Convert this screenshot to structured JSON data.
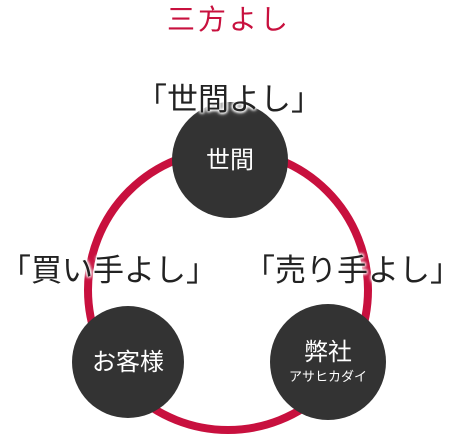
{
  "title": "三方よし",
  "colors": {
    "title": "#c8103e",
    "ring": "#c8103e",
    "node": "#333333",
    "node_text": "#ffffff",
    "label_text": "#222222"
  },
  "nodes": {
    "seken": {
      "label": "世間"
    },
    "okyaku": {
      "label": "お客様"
    },
    "heisha": {
      "label": "弊社",
      "sublabel": "アサヒカダイ"
    }
  },
  "labels": {
    "seken_yoshi": "「世間よし」",
    "kaite_yoshi": "「買い手よし」",
    "urite_yoshi": "「売り手よし」"
  }
}
